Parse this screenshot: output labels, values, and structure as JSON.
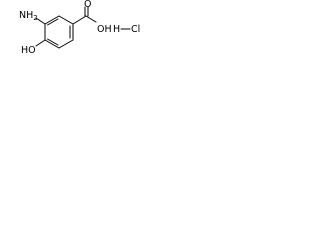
{
  "molecule": {
    "atoms": {
      "amine": "NH",
      "amine_sub": "2",
      "hydroxyl": "HO",
      "acid_hydroxyl": "OH",
      "carbonyl_oxygen": "O",
      "hydrogen": "H",
      "chlorine": "Cl"
    }
  }
}
